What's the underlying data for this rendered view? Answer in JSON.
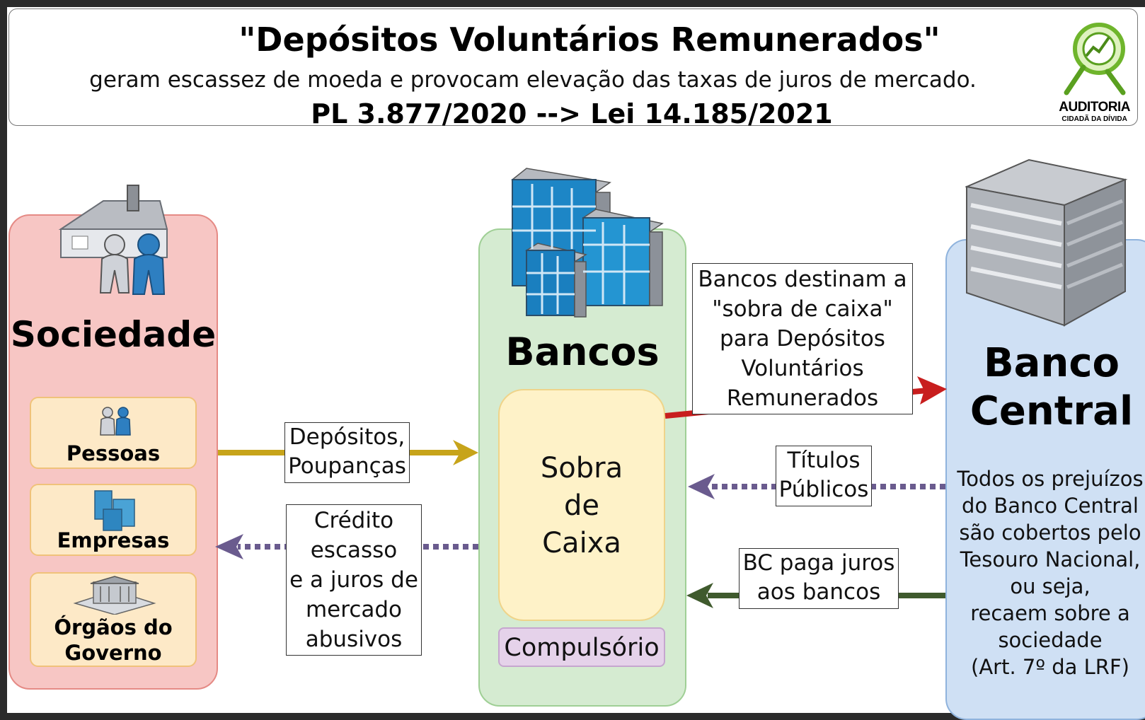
{
  "header": {
    "title": "\"Depósitos Voluntários Remunerados\"",
    "subtitle": "geram escassez de moeda e provocam elevação das taxas de juros de mercado.",
    "law": "PL 3.877/2020 --> Lei 14.185/2021"
  },
  "logo": {
    "name": "AUDITORIA",
    "tagline": "CIDADÃ DA DÍVIDA",
    "icon": "magnifier-chart-icon"
  },
  "sociedade": {
    "title": "Sociedade",
    "icon": "house-family-icon",
    "items": [
      {
        "label": "Pessoas",
        "icon": "people-icon"
      },
      {
        "label": "Empresas",
        "icon": "buildings-icon"
      },
      {
        "label": "Órgãos do Governo",
        "line1": "Órgãos do",
        "line2": "Governo",
        "icon": "government-building-icon"
      }
    ]
  },
  "bancos": {
    "title": "Bancos",
    "icon": "office-buildings-icon",
    "sobra": {
      "line1": "Sobra",
      "line2": "de",
      "line3": "Caixa"
    },
    "compulsorio": "Compulsório"
  },
  "banco_central": {
    "title_line1": "Banco",
    "title_line2": "Central",
    "icon": "central-bank-building-icon",
    "note": {
      "line1": "Todos os prejuízos",
      "line2": "do Banco Central",
      "line3": "são cobertos pelo",
      "line4": "Tesouro Nacional,",
      "line5": "ou seja,",
      "line6": "recaem sobre a",
      "line7": "sociedade",
      "line8": "(Art. 7º da LRF)"
    }
  },
  "flows": {
    "depositos": {
      "line1": "Depósitos,",
      "line2": "Poupanças"
    },
    "credito": {
      "line1": "Crédito",
      "line2": "escasso",
      "line3": "e a juros de",
      "line4": "mercado",
      "line5": "abusivos"
    },
    "destinam": {
      "line1": "Bancos destinam a",
      "line2": "\"sobra de caixa\"",
      "line3": "para Depósitos",
      "line4": "Voluntários",
      "line5": "Remunerados"
    },
    "titulos": {
      "line1": "Títulos",
      "line2": "Públicos"
    },
    "juros": {
      "line1": "BC paga juros",
      "line2": "aos bancos"
    }
  },
  "colors": {
    "sociedade_bg": "#f7c6c4",
    "bancos_bg": "#d5ebd1",
    "bc_bg": "#cfe0f4",
    "arrow_gold": "#c7a41a",
    "arrow_red": "#c81e1e",
    "arrow_purple": "#6a5b8e",
    "arrow_green": "#3f5a2d"
  }
}
